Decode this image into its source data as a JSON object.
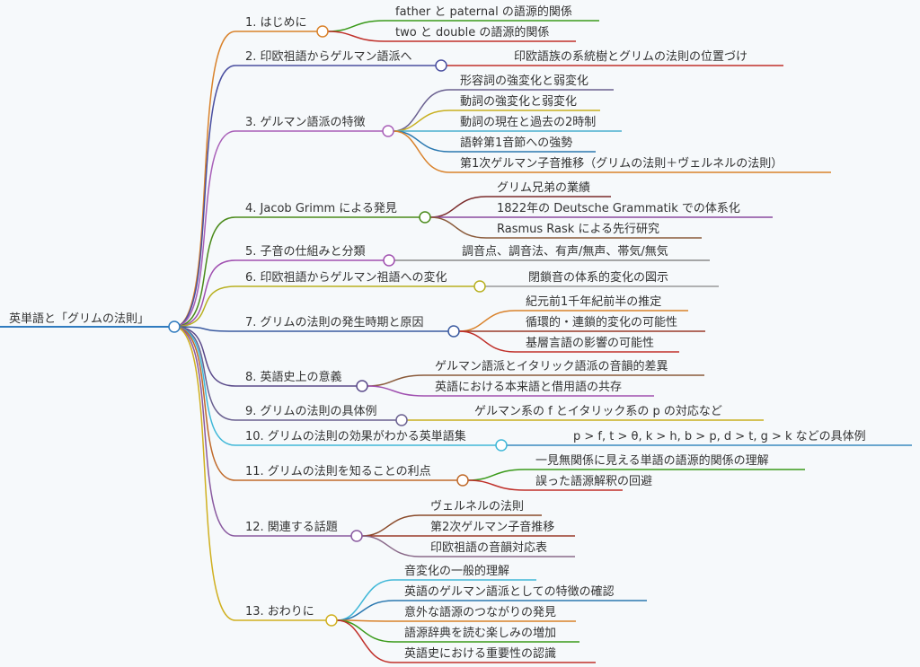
{
  "root": {
    "label": "英単語と「グリムの法則」",
    "color": "#2f7bbf"
  },
  "topics": [
    {
      "label": "1. はじめに",
      "color": "#d9822b",
      "children": [
        {
          "label": "father と paternal の語源的関係",
          "color": "#3a9a1a"
        },
        {
          "label": "two と double の語源的関係",
          "color": "#c0302a"
        }
      ]
    },
    {
      "label": "2. 印欧祖語からゲルマン語派へ",
      "color": "#4a4fa0",
      "children": [
        {
          "label": "印欧語族の系統樹とグリムの法則の位置づけ",
          "color": "#c0302a"
        }
      ]
    },
    {
      "label": "3. ゲルマン語派の特徴",
      "color": "#a85fb8",
      "children": [
        {
          "label": "形容詞の強変化と弱変化",
          "color": "#6a6090"
        },
        {
          "label": "動詞の強変化と弱変化",
          "color": "#c8b020"
        },
        {
          "label": "動詞の現在と過去の2時制",
          "color": "#4ab0d0"
        },
        {
          "label": "語幹第1音節への強勢",
          "color": "#2a78b0"
        },
        {
          "label": "第1次ゲルマン子音推移（グリムの法則＋ヴェルネルの法則）",
          "color": "#d9822b"
        }
      ]
    },
    {
      "label": "4. Jacob Grimm による発見",
      "color": "#4a8a1a",
      "children": [
        {
          "label": "グリム兄弟の業績",
          "color": "#7a2a2a"
        },
        {
          "label": "1822年の Deutsche Grammatik での体系化",
          "color": "#8a4aa0"
        },
        {
          "label": "Rasmus Rask による先行研究",
          "color": "#8a5a3a"
        }
      ]
    },
    {
      "label": "5. 子音の仕組みと分類",
      "color": "#a050b0",
      "children": [
        {
          "label": "調音点、調音法、有声/無声、帯気/無気",
          "color": "#8a8a8a"
        }
      ]
    },
    {
      "label": "6. 印欧祖語からゲルマン祖語への変化",
      "color": "#b8b020",
      "children": [
        {
          "label": "閉鎖音の体系的変化の図示",
          "color": "#999999"
        }
      ]
    },
    {
      "label": "7. グリムの法則の発生時期と原因",
      "color": "#3a5aa0",
      "children": [
        {
          "label": "紀元前1千年紀前半の推定",
          "color": "#d9822b"
        },
        {
          "label": "循環的・連鎖的変化の可能性",
          "color": "#9a3a2a"
        },
        {
          "label": "基層言語の影響の可能性",
          "color": "#c0302a"
        }
      ]
    },
    {
      "label": "8. 英語史上の意義",
      "color": "#5a4a8a",
      "children": [
        {
          "label": "ゲルマン語派とイタリック語派の音韻的差異",
          "color": "#8a5a3a"
        },
        {
          "label": "英語における本来語と借用語の共存",
          "color": "#a050b0"
        }
      ]
    },
    {
      "label": "9. グリムの法則の具体例",
      "color": "#6a6090",
      "children": [
        {
          "label": "ゲルマン系の f とイタリック系の p の対応など",
          "color": "#c8b020"
        }
      ]
    },
    {
      "label": "10. グリムの法則の効果がわかる英単語集",
      "color": "#40b8d8",
      "children": [
        {
          "label": "p > f, t > θ, k > h, b > p, d > t, g > k などの具体例",
          "color": "#3a8ac0"
        }
      ]
    },
    {
      "label": "11. グリムの法則を知ることの利点",
      "color": "#c06a2a",
      "children": [
        {
          "label": "一見無関係に見える単語の語源的関係の理解",
          "color": "#3a9a1a"
        },
        {
          "label": "誤った語源解釈の回避",
          "color": "#c0302a"
        }
      ]
    },
    {
      "label": "12. 関連する話題",
      "color": "#8a5aa0",
      "children": [
        {
          "label": "ヴェルネルの法則",
          "color": "#8a4a2a"
        },
        {
          "label": "第2次ゲルマン子音推移",
          "color": "#9a3a2a"
        },
        {
          "label": "印欧祖語の音韻対応表",
          "color": "#8a6a8a"
        }
      ]
    },
    {
      "label": "13. おわりに",
      "color": "#d0b020",
      "children": [
        {
          "label": "音変化の一般的理解",
          "color": "#40b8d8"
        },
        {
          "label": "英語のゲルマン語派としての特徴の確認",
          "color": "#2a78b0"
        },
        {
          "label": "意外な語源のつながりの発見",
          "color": "#d9822b"
        },
        {
          "label": "語源辞典を読む楽しみの増加",
          "color": "#3a9a1a"
        },
        {
          "label": "英語史における重要性の認識",
          "color": "#c0302a"
        }
      ]
    }
  ]
}
